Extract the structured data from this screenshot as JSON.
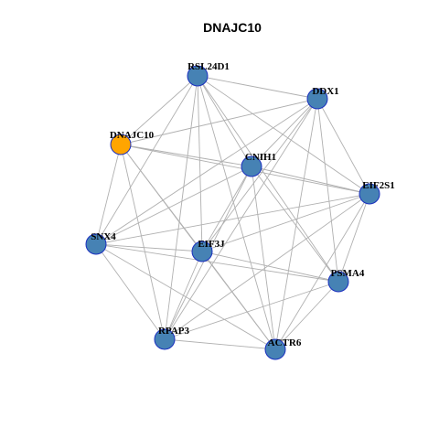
{
  "title": "DNAJC10",
  "colors": {
    "focus_node": "#FFA500",
    "node": "#4682B4",
    "node_border": "#1a2fbf",
    "edge": "#b0b0b0"
  },
  "nodes": [
    {
      "id": "RSL24D1",
      "label": "RSL24D1",
      "focus": false
    },
    {
      "id": "DDX1",
      "label": "DDX1",
      "focus": false
    },
    {
      "id": "DNAJC10",
      "label": "DNAJC10",
      "focus": true
    },
    {
      "id": "CNIH1",
      "label": "CNIH1",
      "focus": false
    },
    {
      "id": "EIF2S1",
      "label": "EIF2S1",
      "focus": false
    },
    {
      "id": "SNX4",
      "label": "SNX4",
      "focus": false
    },
    {
      "id": "EIF3J",
      "label": "EIF3J",
      "focus": false
    },
    {
      "id": "PSMA4",
      "label": "PSMA4",
      "focus": false
    },
    {
      "id": "RPAP3",
      "label": "RPAP3",
      "focus": false
    },
    {
      "id": "ACTR6",
      "label": "ACTR6",
      "focus": false
    }
  ],
  "edges": [
    [
      "RSL24D1",
      "DDX1"
    ],
    [
      "RSL24D1",
      "DNAJC10"
    ],
    [
      "RSL24D1",
      "CNIH1"
    ],
    [
      "RSL24D1",
      "EIF2S1"
    ],
    [
      "RSL24D1",
      "SNX4"
    ],
    [
      "RSL24D1",
      "EIF3J"
    ],
    [
      "RSL24D1",
      "PSMA4"
    ],
    [
      "RSL24D1",
      "RPAP3"
    ],
    [
      "RSL24D1",
      "ACTR6"
    ],
    [
      "DDX1",
      "DNAJC10"
    ],
    [
      "DDX1",
      "CNIH1"
    ],
    [
      "DDX1",
      "SNX4"
    ],
    [
      "DDX1",
      "EIF3J"
    ],
    [
      "DDX1",
      "PSMA4"
    ],
    [
      "DDX1",
      "RPAP3"
    ],
    [
      "DDX1",
      "ACTR6"
    ],
    [
      "DDX1",
      "EIF2S1"
    ],
    [
      "DNAJC10",
      "CNIH1"
    ],
    [
      "DNAJC10",
      "EIF2S1"
    ],
    [
      "DNAJC10",
      "EIF3J"
    ],
    [
      "DNAJC10",
      "SNX4"
    ],
    [
      "DNAJC10",
      "RPAP3"
    ],
    [
      "DNAJC10",
      "ACTR6"
    ],
    [
      "CNIH1",
      "EIF2S1"
    ],
    [
      "CNIH1",
      "SNX4"
    ],
    [
      "CNIH1",
      "EIF3J"
    ],
    [
      "CNIH1",
      "PSMA4"
    ],
    [
      "CNIH1",
      "RPAP3"
    ],
    [
      "CNIH1",
      "ACTR6"
    ],
    [
      "EIF2S1",
      "SNX4"
    ],
    [
      "EIF2S1",
      "EIF3J"
    ],
    [
      "EIF2S1",
      "PSMA4"
    ],
    [
      "EIF2S1",
      "RPAP3"
    ],
    [
      "EIF2S1",
      "ACTR6"
    ],
    [
      "SNX4",
      "EIF3J"
    ],
    [
      "SNX4",
      "PSMA4"
    ],
    [
      "SNX4",
      "RPAP3"
    ],
    [
      "SNX4",
      "ACTR6"
    ],
    [
      "EIF3J",
      "PSMA4"
    ],
    [
      "EIF3J",
      "RPAP3"
    ],
    [
      "EIF3J",
      "ACTR6"
    ],
    [
      "PSMA4",
      "RPAP3"
    ],
    [
      "PSMA4",
      "ACTR6"
    ],
    [
      "RPAP3",
      "ACTR6"
    ]
  ]
}
